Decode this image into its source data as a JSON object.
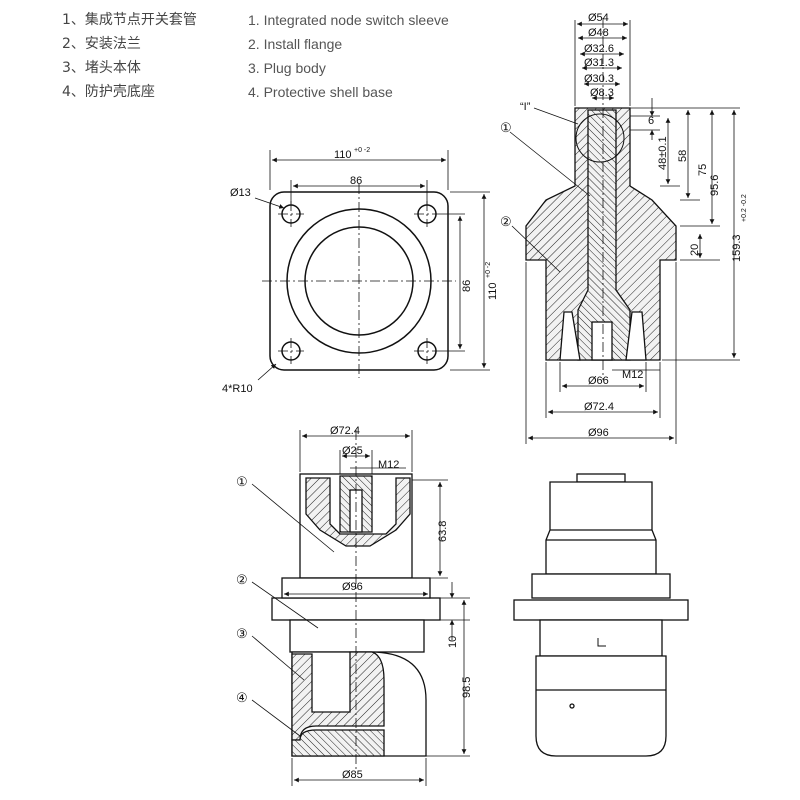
{
  "legend": {
    "cn": [
      "1、集成节点开关套管",
      "2、安装法兰",
      "3、堵头本体",
      "4、防护壳底座"
    ],
    "en": [
      "1. Integrated node switch sleeve",
      "2. Install flange",
      "3. Plug body",
      "4. Protective shell base"
    ]
  },
  "flange_view": {
    "d110_top": "110",
    "d110_tol": "+0 -2",
    "d86_top": "86",
    "hole_d": "Ø13",
    "corner_r": "4*R10",
    "d86_side": "86",
    "d110_side": "110",
    "d110_side_tol": "+0 -2"
  },
  "section_view": {
    "d54": "Ø54",
    "d48": "Ø48",
    "d326": "Ø32.6",
    "d313": "Ø31.3",
    "d303": "Ø30.3",
    "d83": "Ø8.3",
    "detail_mark": "“I”",
    "h6": "6",
    "h48": "48±0.1",
    "h58": "58",
    "h75": "75",
    "h956": "95.6",
    "h1593": "159.3",
    "h1593_tol": "+0.2 -0.2",
    "h20": "20",
    "m12": "M12",
    "d66": "Ø66",
    "d724": "Ø72.4",
    "d96": "Ø96",
    "callout1": "①",
    "callout2": "②"
  },
  "assembly_view": {
    "d724": "Ø72.4",
    "d25": "Ø25",
    "m12": "M12",
    "h638": "63.8",
    "d96": "Ø96",
    "h10": "10",
    "h985": "98.5",
    "d85": "Ø85",
    "callout1": "①",
    "callout2": "②",
    "callout3": "③",
    "callout4": "④"
  }
}
